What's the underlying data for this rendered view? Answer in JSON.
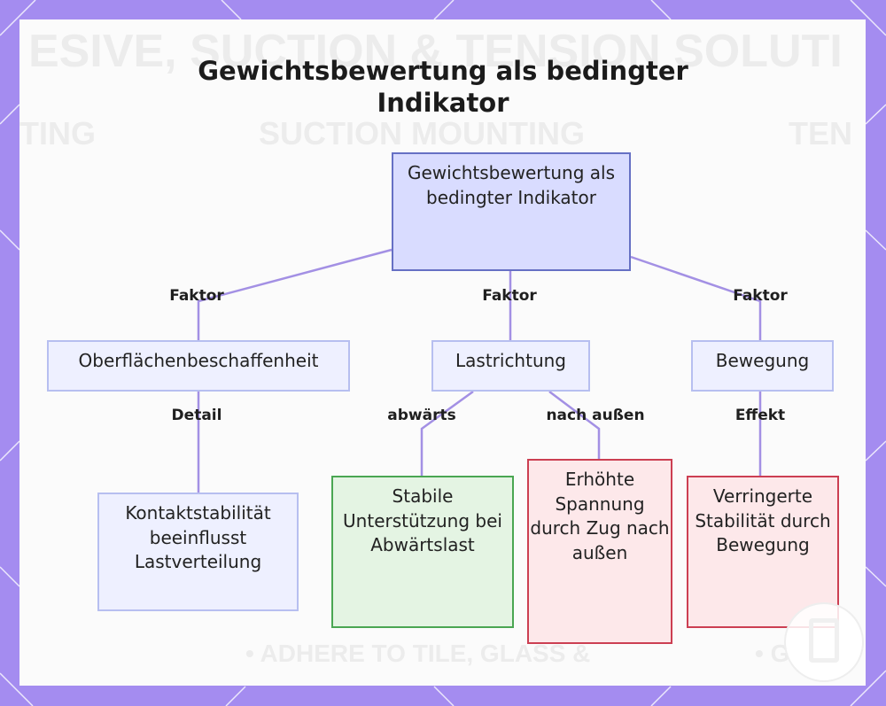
{
  "title": "Gewichtsbewertung als bedingter Indikator",
  "background_text": {
    "line1": "ESIVE, SUCTION & TENSION SOLUTI",
    "line2a": "TING",
    "line2b": "SUCTION MOUNTING",
    "line2c": "TEN",
    "bullet1": "• ADHERE TO TILE, GLASS &",
    "bullet2": "• G"
  },
  "nodes": {
    "root": "Gewichtsbewertung als bedingter Indikator",
    "surface": "Oberflächenbeschaffenheit",
    "load": "Lastrichtung",
    "motion": "Bewegung",
    "contact": "Kontaktstabilität beeinflusst Lastverteilung",
    "stable": "Stabile Unterstützung bei Abwärtslast",
    "tension": "Erhöhte Spannung durch Zug nach außen",
    "reduced": "Verringerte Stabilität durch Bewegung"
  },
  "edge_labels": {
    "factor_left": "Faktor",
    "factor_mid": "Faktor",
    "factor_right": "Faktor",
    "detail": "Detail",
    "down": "abwärts",
    "out": "nach außen",
    "effect": "Effekt"
  },
  "colors": {
    "frame": "#a48cf0",
    "edge": "#a390e4",
    "root_fill": "#d9dcff",
    "root_border": "#6670c4",
    "green_border": "#4aa652",
    "red_border": "#cc3f52"
  }
}
